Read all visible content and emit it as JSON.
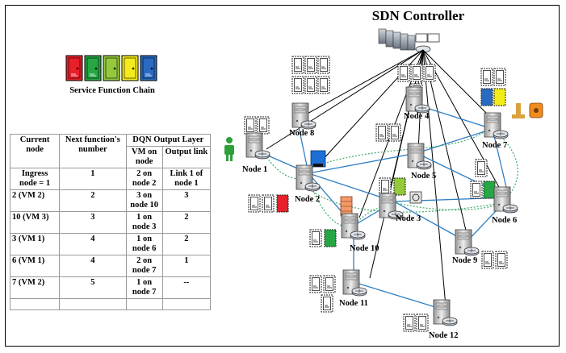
{
  "controller": {
    "title": "SDN Controller"
  },
  "service_chain": {
    "label": "Service Function Chain",
    "function_colors": [
      "#e8202a",
      "#27a744",
      "#95c93d",
      "#f4ec1a",
      "#2a6bc1"
    ]
  },
  "table": {
    "headers": {
      "current_node": "Current node",
      "next_function": "Next function's number",
      "group": "DQN Output Layer",
      "vm_on_node": "VM on node",
      "output_link": "Output link"
    },
    "rows": [
      {
        "current": "Ingress node = 1",
        "next": "1",
        "vm": "2 on node 2",
        "link": "Link 1 of node 1"
      },
      {
        "current": "2 (VM 2)",
        "next": "2",
        "vm": "3 on node 10",
        "link": "3"
      },
      {
        "current": "10 (VM 3)",
        "next": "3",
        "vm": "1 on node 3",
        "link": "2"
      },
      {
        "current": "3 (VM 1)",
        "next": "4",
        "vm": "1 on node 6",
        "link": "2"
      },
      {
        "current": "6 (VM 1)",
        "next": "4",
        "vm": "2 on node 7",
        "link": "1"
      },
      {
        "current": "7 (VM 2)",
        "next": "5",
        "vm": "1 on node 7",
        "link": "--"
      }
    ]
  },
  "nodes": [
    {
      "id": "n1",
      "label": "Node 1"
    },
    {
      "id": "n2",
      "label": "Node 2"
    },
    {
      "id": "n3",
      "label": "Node 3"
    },
    {
      "id": "n4",
      "label": "Node 4"
    },
    {
      "id": "n5",
      "label": "Node 5"
    },
    {
      "id": "n6",
      "label": "Node 6"
    },
    {
      "id": "n7",
      "label": "Node 7"
    },
    {
      "id": "n8",
      "label": "Node 8"
    },
    {
      "id": "n9",
      "label": "Node 9"
    },
    {
      "id": "n10",
      "label": "Node 10"
    },
    {
      "id": "n11",
      "label": "Node 11"
    },
    {
      "id": "n12",
      "label": "Node 12"
    }
  ],
  "colors": {
    "link": "#2f7fc4",
    "path": "#3faa6a",
    "control": "#000000",
    "user": "#2ea03a",
    "vm_border": "#333333"
  }
}
